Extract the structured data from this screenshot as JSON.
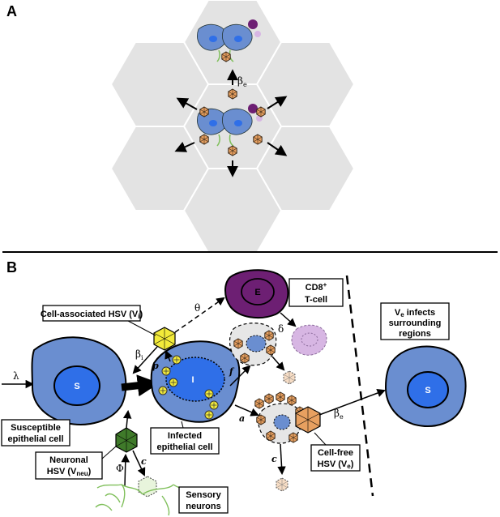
{
  "panels": {
    "a": "A",
    "b": "B"
  },
  "panel_a": {
    "beta_e": "β",
    "beta_e_sub": "e"
  },
  "cells": {
    "s1": "S",
    "i": "I",
    "e": "E",
    "s2": "S"
  },
  "labels": {
    "cell_associated": "Cell-associated HSV (V",
    "cell_associated_sub": "i",
    "cell_associated_end": ")",
    "cd8_line1": "CD8",
    "cd8_sup": "+",
    "cd8_line2": "T-cell",
    "ve_infects_1": "V",
    "ve_infects_1_sub": "e",
    "ve_infects_1_rest": " infects",
    "ve_infects_2": "surrounding",
    "ve_infects_3": "regions",
    "susceptible_1": "Susceptible",
    "susceptible_2": "epithelial cell",
    "infected_1": "Infected",
    "infected_2": "epithelial cell",
    "neuronal_1": "Neuronal",
    "neuronal_2": "HSV (V",
    "neuronal_sub": "neu",
    "neuronal_end": ")",
    "cellfree_1": "Cell-free",
    "cellfree_2": "HSV (V",
    "cellfree_sub": "e",
    "cellfree_end": ")",
    "sensory_1": "Sensory",
    "sensory_2": "neurons"
  },
  "symbols": {
    "lambda": "λ",
    "theta": "θ",
    "delta": "δ",
    "beta_i": "β",
    "beta_i_sub": "i",
    "beta_e": "β",
    "beta_e_sub": "e",
    "p": "p",
    "f": "f",
    "a": "a",
    "phi": "Φ",
    "c1": "c",
    "c2": "c"
  },
  "colors": {
    "hex_fill": "#e3e3e3",
    "cell_blue": "#6a8ed0",
    "nucleus_blue": "#2f6fe8",
    "tcell_purple": "#6d1f73",
    "faded_purple": "#d7b6e3",
    "virus_orange": "#e8a060",
    "virus_yellow": "#f2ea3a",
    "virus_green": "#3f7a2a",
    "neuron_green": "#7fbf5a"
  }
}
